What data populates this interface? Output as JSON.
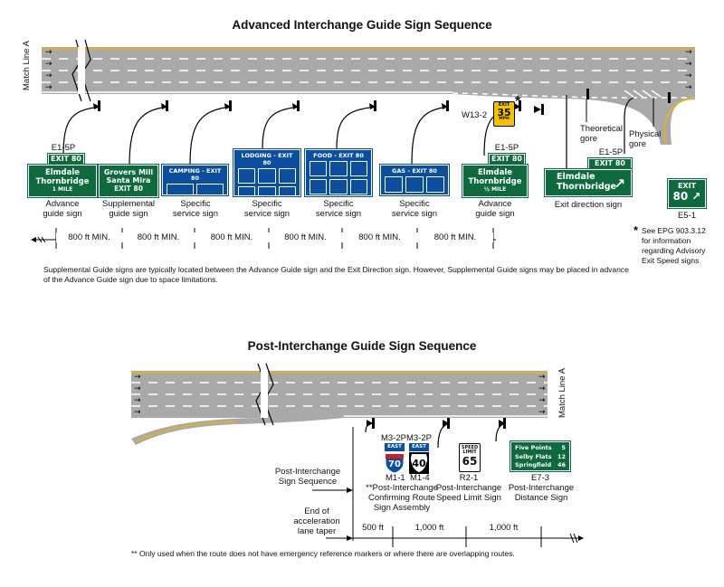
{
  "top": {
    "title": "Advanced Interchange Guide Sign Sequence",
    "match_line": "Match Line A",
    "signs": [
      {
        "code": "E1-5P",
        "tab": "EXIT  80",
        "line1": "Elmdale",
        "line2": "Thornbridge",
        "line3": "1 MILE",
        "caption": [
          "Advance",
          "guide sign"
        ]
      },
      {
        "line1": "Grovers Mill",
        "line2": "Santa Mira",
        "line3": "EXIT  80",
        "caption": [
          "Supplemental",
          "guide sign"
        ]
      },
      {
        "header": "CAMPING - EXIT  80",
        "caption": [
          "Specific",
          "service sign"
        ]
      },
      {
        "header": "LODGING - EXIT  80",
        "caption": [
          "Specific",
          "service sign"
        ]
      },
      {
        "header": "FOOD - EXIT  80",
        "caption": [
          "Specific",
          "service sign"
        ]
      },
      {
        "header": "GAS - EXIT  80",
        "caption": [
          "Specific",
          "service sign"
        ]
      },
      {
        "code": "E1-5P",
        "tab": "EXIT  80",
        "line1": "Elmdale",
        "line2": "Thornbridge",
        "line3": "½ MILE",
        "caption": [
          "Advance",
          "guide sign"
        ]
      },
      {
        "code": "E1-5P",
        "tab": "EXIT  80",
        "line1": "Elmdale",
        "line2": "Thornbridge",
        "caption": [
          "Exit direction sign"
        ]
      }
    ],
    "w13": {
      "code": "W13-2",
      "exit": "EXIT",
      "speed": "35",
      "mph": "MPH",
      "star": "*"
    },
    "gore_theoretical": [
      "Theoretical",
      "gore"
    ],
    "gore_physical": [
      "Physical",
      "gore"
    ],
    "e51": {
      "line1": "EXIT",
      "line2": "80",
      "code": "E5-1"
    },
    "star_note": [
      "See EPG 903.3.12",
      "for information",
      "regarding Advisory",
      "Exit Speed signs"
    ],
    "dims": [
      "800 ft MIN.",
      "800 ft MIN.",
      "800 ft MIN.",
      "800 ft MIN.",
      "800 ft MIN.",
      "800 ft MIN."
    ],
    "note": "Supplemental Guide signs are typically located between the Advance Guide sign and the Exit Direction sign. However, Supplemental Guide signs may be placed in advance of the Advance Guide sign due to space limitations."
  },
  "bottom": {
    "title": "Post-Interchange Guide Sign Sequence",
    "match_line": "Match Line A",
    "seq_label": [
      "Post-Interchange",
      "Sign Sequence"
    ],
    "taper_label": [
      "End of",
      "acceleration",
      "lane taper"
    ],
    "m32_a": "M3-2P",
    "m32_b": "M3-2P",
    "east": "EAST",
    "interstate": "70",
    "us_route": "40",
    "m11": "M1-1",
    "m14": "M1-4",
    "confirm_caption": [
      "**Post-Interchange",
      "Confirming Route",
      "Sign Assembly"
    ],
    "speed": {
      "top": "SPEED",
      "limit": "LIMIT",
      "value": "65",
      "code": "R2-1",
      "caption": [
        "Post-Interchange",
        "Speed Limit Sign"
      ]
    },
    "distance": {
      "rows": [
        [
          "Five Points",
          "5"
        ],
        [
          "Selby Flats",
          "12"
        ],
        [
          "Springfield",
          "46"
        ]
      ],
      "code": "E7-3",
      "caption": [
        "Post-Interchange",
        "Distance Sign"
      ]
    },
    "dims": [
      "500 ft",
      "1,000 ft",
      "1,000 ft"
    ],
    "footnote": "** Only used when the route does not have emergency reference markers or where there are overlapping routes."
  },
  "colors": {
    "guide_green": "#0e6a3e",
    "service_blue": "#0b4f9c",
    "warning_yellow": "#f2c200",
    "road_gray": "#a9a9a9",
    "edge_yellow": "#d9b233"
  }
}
